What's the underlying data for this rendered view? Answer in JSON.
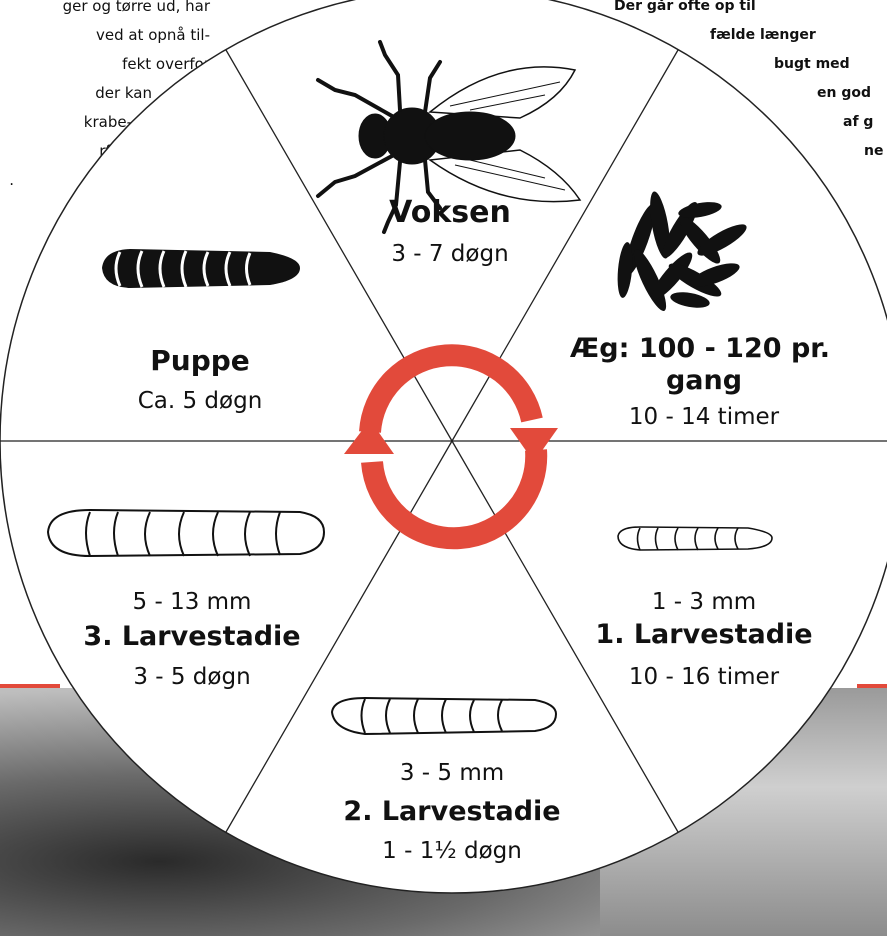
{
  "left_text": [
    "ger og tørre ud, har",
    "ved at opnå til-",
    "fekt overfor",
    "der kan",
    "krabe-",
    "rfor",
    "."
  ],
  "right_text": [
    "Der går ofte op til",
    "fælde længer",
    "bugt med",
    "en god",
    "af g",
    "ne"
  ],
  "segments": [
    {
      "title": "Voksen",
      "line1": "3 - 7 døgn"
    },
    {
      "title_l1": "Æg: 100 - 120 pr.",
      "title_l2": "gang",
      "line1": "10 - 14 timer"
    },
    {
      "pre": "1 - 3 mm",
      "title": "1. Larvestadie",
      "line1": "10 - 16 timer"
    },
    {
      "pre": "3 - 5 mm",
      "title": "2. Larvestadie",
      "line1": "1 - 1½ døgn"
    },
    {
      "pre": "5 - 13 mm",
      "title": "3. Larvestadie",
      "line1": "3 - 5 døgn"
    },
    {
      "title": "Puppe",
      "line1": "Ca. 5 døgn"
    }
  ],
  "colors": {
    "accent": "#e24a3b",
    "ink": "#111111"
  },
  "icons": [
    "fly-icon",
    "eggs-icon",
    "larva-icon",
    "pupa-icon",
    "cycle-arrows-icon"
  ]
}
